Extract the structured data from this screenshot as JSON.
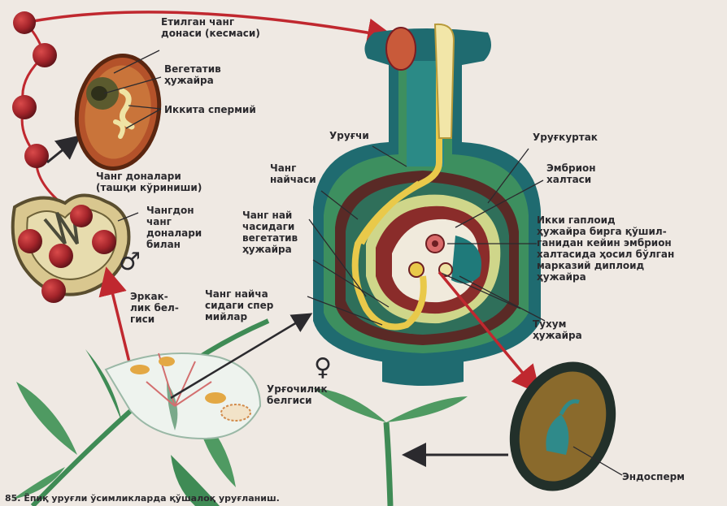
{
  "labels": {
    "pollen_grain_section": [
      "Етилган чанг",
      "донаси (кесмаси)"
    ],
    "vegetative_cell": [
      "Вегетатив",
      "ҳужайра"
    ],
    "two_sperms": [
      "Иккита спермий"
    ],
    "pollen_grains_outer_view": [
      "Чанг доналари",
      "(ташқи кўриниши)"
    ],
    "anther_with_pollen": [
      "Чангдон",
      "чанг",
      "доналари",
      "билан"
    ],
    "male_sign": [
      "Эркак-",
      "лик бел-",
      "гиси"
    ],
    "stigma_style": [
      "Уруғчи"
    ],
    "pollen_tube": [
      "Чанг",
      "найчаси"
    ],
    "vegetative_cell_in_tube": [
      "Чанг най",
      "часидаги",
      "вегетатив",
      "ҳужайра"
    ],
    "sperms_in_tube": [
      "Чанг найча",
      "сидаги спер",
      "мийлар"
    ],
    "ovule": [
      "Уруғкуртак"
    ],
    "embryo_sac": [
      "Эмбрион",
      "халтаси"
    ],
    "central_diploid_cell": [
      "Икки гаплоид",
      "ҳужайра бирга қўшил-",
      "ганидан кейин эмбрион",
      "халтасида ҳосил бўлган",
      "марказий диплоид",
      "ҳужайра"
    ],
    "egg_cell": [
      "Тухум",
      "ҳужайра"
    ],
    "female_sign": [
      "Урғочилик",
      "белгиси"
    ],
    "endosperm": [
      "Эндосперм"
    ]
  },
  "symbols": {
    "male": "♂",
    "female": "♀"
  },
  "caption": "85. Ёпиқ уруғли ўсимликларда қўшалоқ уруғланиш.",
  "colors": {
    "background": "#efe9e3",
    "pollen_dark_red": "#7c1c22",
    "pollen_red": "#b0262b",
    "arrow_red": "#c0282f",
    "ovary_teal": "#1f6b70",
    "ovary_green": "#3d8f5f",
    "tube_yellow": "#e9c94a",
    "leaf_green": "#3f8b55",
    "seed_dark": "#22302a",
    "seed_brown": "#8a6a2c"
  }
}
